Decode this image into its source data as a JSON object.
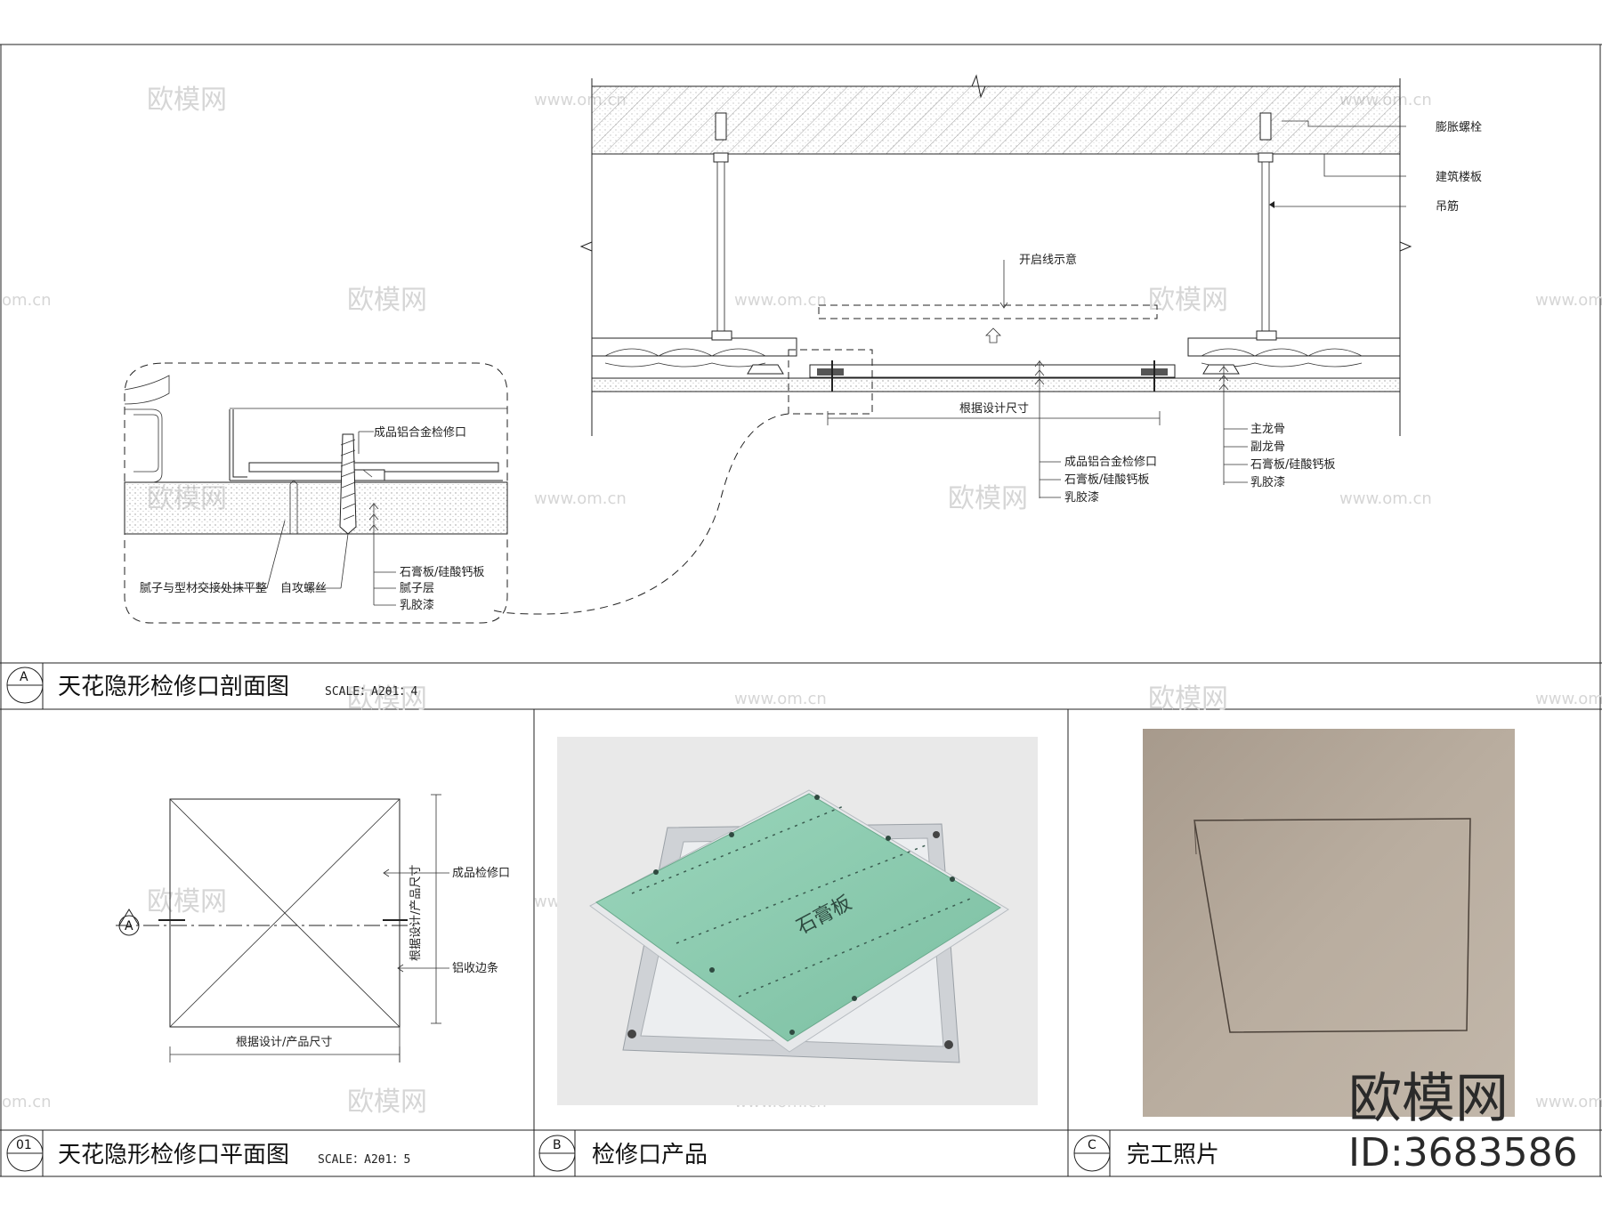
{
  "watermarks": {
    "brand": "欧模网",
    "url": "www.om.cn",
    "id": "ID:3683586",
    "url_fragment": "om.cn"
  },
  "section_a": {
    "badge": "A",
    "title": "天花隐形检修口剖面图",
    "scale": "SCALE：A2θ1：4",
    "labels": {
      "bolt": "膨胀螺栓",
      "slab": "建筑楼板",
      "hanger": "吊筋",
      "open_line": "开启线示意",
      "design_size": "根据设计尺寸",
      "panel_center_1": "成品铝合金检修口",
      "panel_center_2": "石膏板/硅酸钙板",
      "panel_center_3": "乳胶漆",
      "main_keel": "主龙骨",
      "sub_keel": "副龙骨",
      "gypsum_right": "石膏板/硅酸钙板",
      "latex_right": "乳胶漆",
      "detail_access": "成品铝合金检修口",
      "detail_putty": "腻子与型材交接处抹平整",
      "detail_screw": "自攻螺丝",
      "detail_gypsum": "石膏板/硅酸钙板",
      "detail_putty_layer": "腻子层",
      "detail_latex": "乳胶漆"
    }
  },
  "section_01": {
    "badge": "01",
    "title": "天花隐形检修口平面图",
    "scale": "SCALE：A2θ1：5",
    "section_mark": "A",
    "labels": {
      "product": "成品检修口",
      "edge": "铝收边条",
      "size_bottom": "根据设计/产品尺寸",
      "size_side": "根据设计/产品尺寸"
    }
  },
  "section_b": {
    "badge": "B",
    "title": "检修口产品",
    "photo_text": "石膏板"
  },
  "section_c": {
    "badge": "C",
    "title": "完工照片"
  },
  "colors": {
    "line": "#222222",
    "panel_green": "#8ecdb2",
    "frame_metal": "#c9ccd0",
    "ceiling_photo": "#b5a99a"
  }
}
